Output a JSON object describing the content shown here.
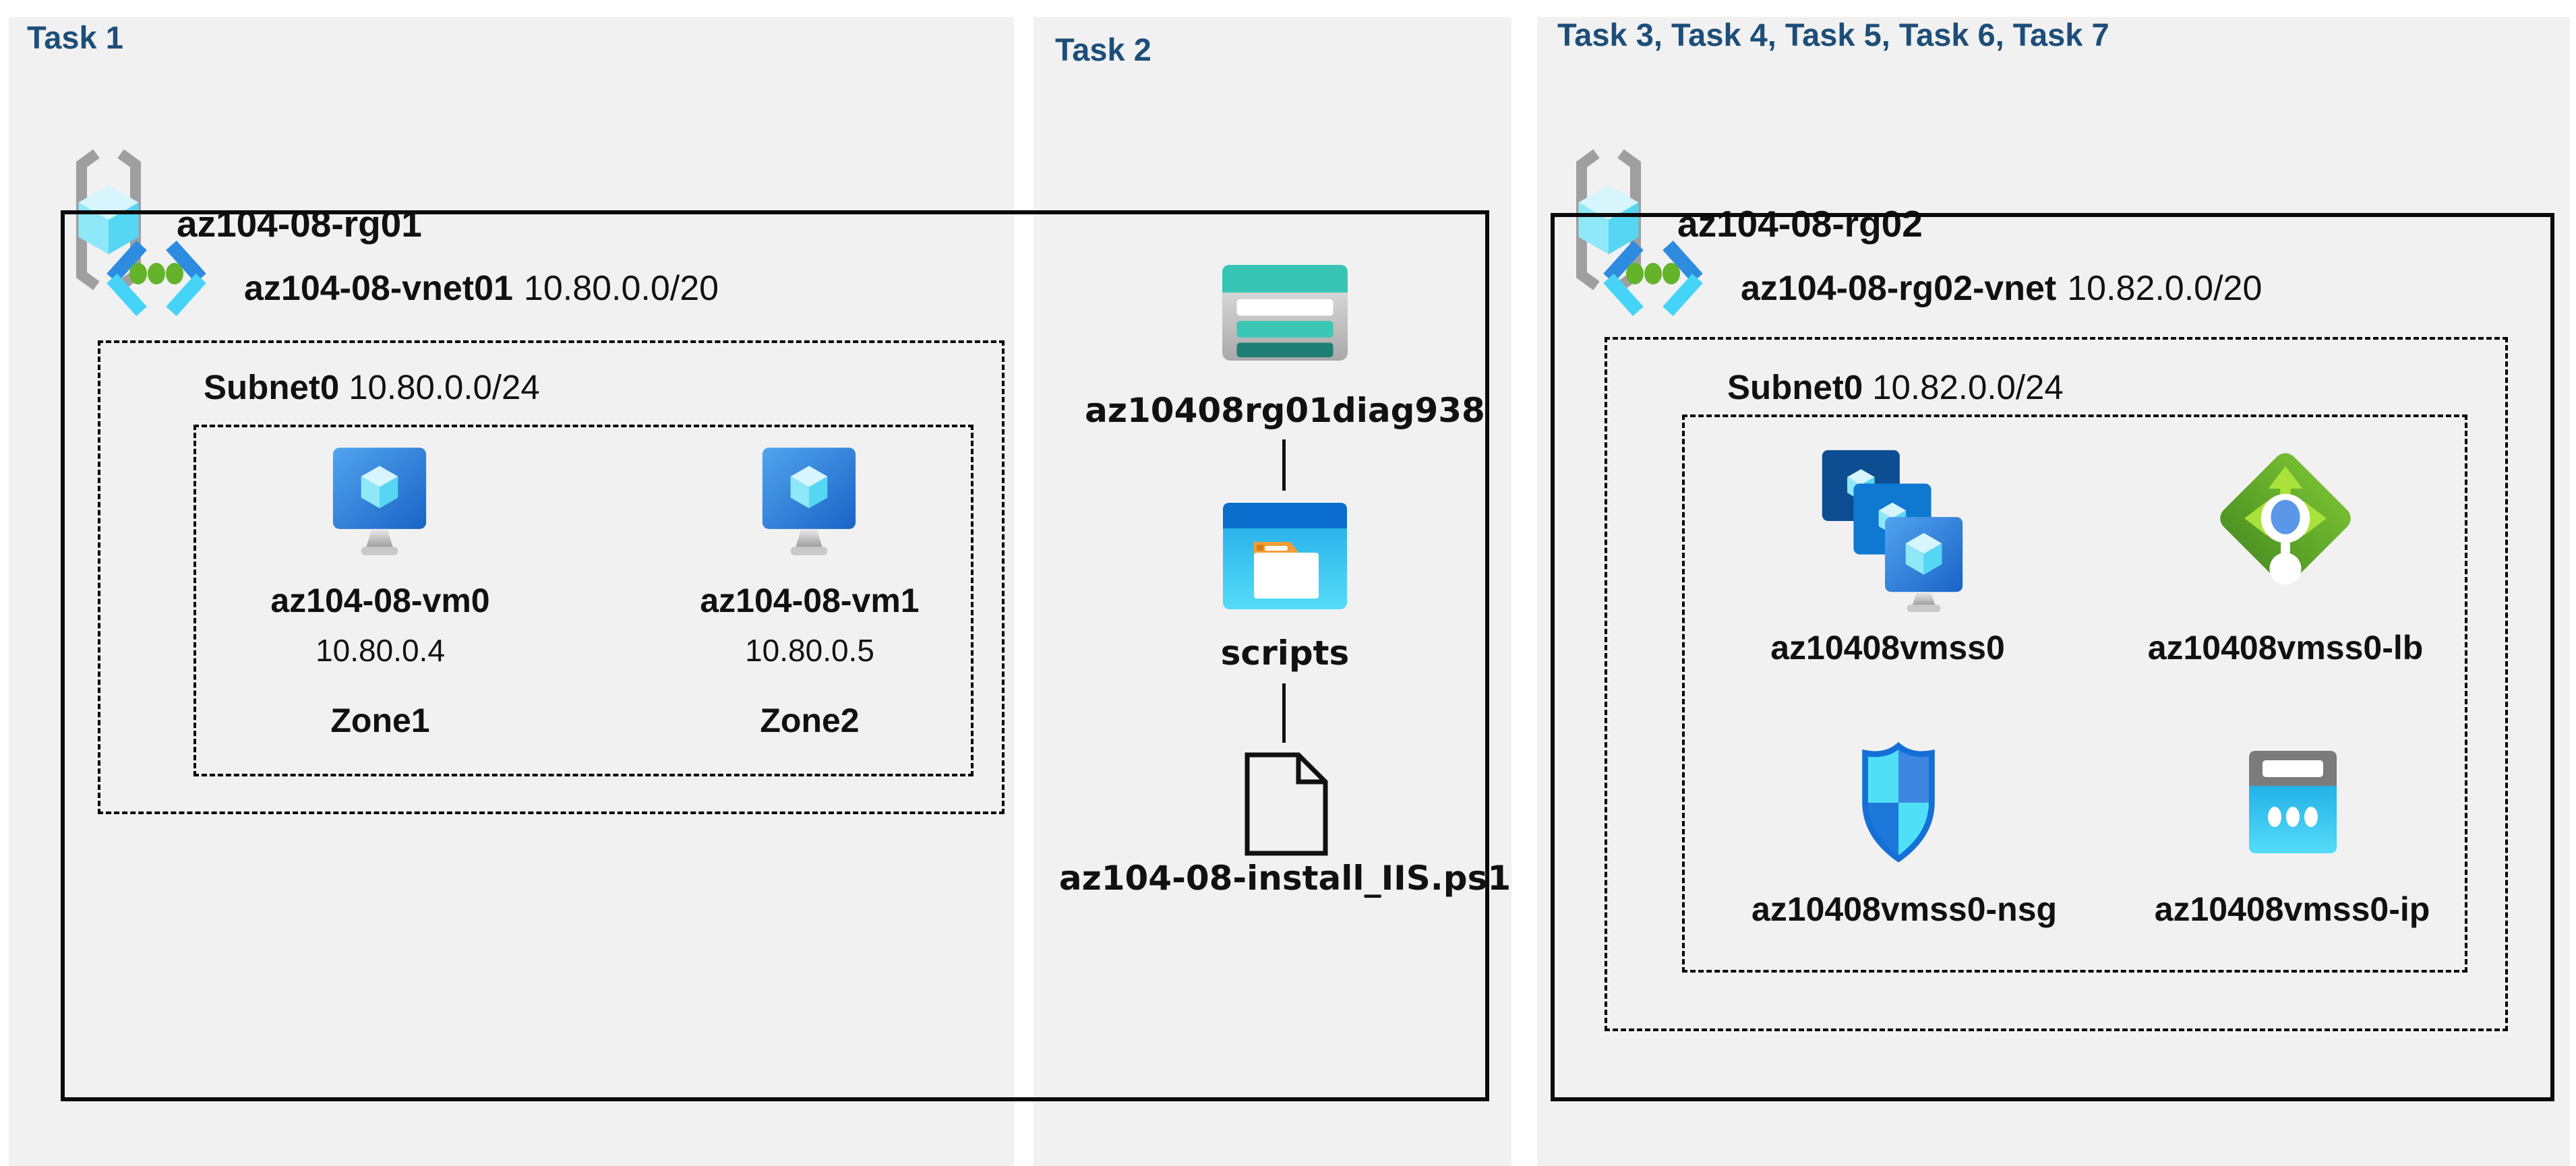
{
  "colors": {
    "background": "#ffffff",
    "panel": "#f1f1f1",
    "title_navy": "#1d4e79",
    "outline_black": "#0b0b0b",
    "storage_teal": "#38c4b4",
    "storage_teal_dark": "#1f7f74",
    "folder_blue": "#0b6ece",
    "folder_cyan": "#2ab3e8",
    "vm_blue": "#1a67c6",
    "cube_cyan": "#55d7f4",
    "lb_green": "#5aa42c",
    "nsg_blue": "#1572d4",
    "ip_cyan": "#23b2e8",
    "green_dot": "#64b32a"
  },
  "panels": {
    "task1": {
      "title": "Task 1",
      "resource_group": {
        "name": "az104-08-rg01",
        "icon": "resource-group-icon"
      },
      "vnet": {
        "name": "az104-08-vnet01",
        "cidr": "10.80.0.0/20",
        "icon": "vnet-icon"
      },
      "subnet": {
        "name": "Subnet0",
        "cidr": "10.80.0.0/24"
      },
      "vms": [
        {
          "name": "az104-08-vm0",
          "ip": "10.80.0.4",
          "zone": "Zone1",
          "icon": "vm-icon"
        },
        {
          "name": "az104-08-vm1",
          "ip": "10.80.0.5",
          "zone": "Zone2",
          "icon": "vm-icon"
        }
      ]
    },
    "task2": {
      "title": "Task 2",
      "storage_account": {
        "name": "az10408rg01diag938",
        "icon": "storage-account-icon"
      },
      "folder": {
        "name": "scripts",
        "icon": "folder-icon"
      },
      "script_file": {
        "name": "az104-08-install_IIS.ps1",
        "icon": "ps1-file-icon"
      }
    },
    "task3": {
      "title": "Task 3, Task 4, Task 5, Task 6, Task 7",
      "resource_group": {
        "name": "az104-08-rg02",
        "icon": "resource-group-icon"
      },
      "vnet": {
        "name": "az104-08-rg02-vnet",
        "cidr": "10.82.0.0/20",
        "icon": "vnet-icon"
      },
      "subnet": {
        "name": "Subnet0",
        "cidr": "10.82.0.0/24"
      },
      "resources": [
        {
          "name": "az10408vmss0",
          "icon": "vmss-icon"
        },
        {
          "name": "az10408vmss0-lb",
          "icon": "load-balancer-icon"
        },
        {
          "name": "az10408vmss0-nsg",
          "icon": "nsg-icon"
        },
        {
          "name": "az10408vmss0-ip",
          "icon": "public-ip-icon"
        }
      ]
    }
  }
}
